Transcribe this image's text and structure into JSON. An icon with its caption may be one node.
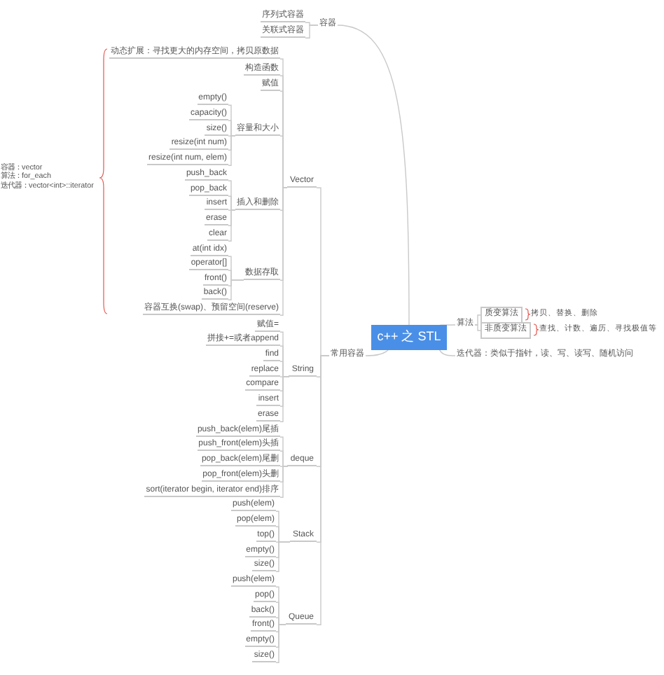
{
  "diagram": {
    "nodes": [
      {
        "text": [
          "c++ 之 STL"
        ]
      },
      {
        "text": [
          "容器"
        ]
      },
      {
        "text": [
          "序列式容器"
        ]
      },
      {
        "text": [
          "关联式容器"
        ]
      },
      {
        "text": [
          "常用容器"
        ]
      },
      {
        "text": [
          "Vector"
        ]
      },
      {
        "text": [
          "动态扩展：寻找更大的内存空间，拷贝原数据"
        ]
      },
      {
        "text": [
          "构造函数"
        ]
      },
      {
        "text": [
          "赋值"
        ]
      },
      {
        "text": [
          "容量和大小"
        ]
      },
      {
        "text": [
          "empty()"
        ]
      },
      {
        "text": [
          "capacity()"
        ]
      },
      {
        "text": [
          "size()"
        ]
      },
      {
        "text": [
          "resize(int num)"
        ]
      },
      {
        "text": [
          "resize(int num, elem)"
        ]
      },
      {
        "text": [
          "插入和删除"
        ]
      },
      {
        "text": [
          "push_back"
        ]
      },
      {
        "text": [
          "pop_back"
        ]
      },
      {
        "text": [
          "insert"
        ]
      },
      {
        "text": [
          "erase"
        ]
      },
      {
        "text": [
          "clear"
        ]
      },
      {
        "text": [
          "数据存取"
        ]
      },
      {
        "text": [
          "at(int idx)"
        ]
      },
      {
        "text": [
          "operator[]"
        ]
      },
      {
        "text": [
          "front()"
        ]
      },
      {
        "text": [
          "back()"
        ]
      },
      {
        "text": [
          "容器互换(swap)、预留空间(reserve)"
        ]
      },
      {
        "text": [
          "String"
        ]
      },
      {
        "text": [
          "赋值="
        ]
      },
      {
        "text": [
          "拼接+=或者append"
        ]
      },
      {
        "text": [
          "find"
        ]
      },
      {
        "text": [
          "replace"
        ]
      },
      {
        "text": [
          "compare"
        ]
      },
      {
        "text": [
          "insert"
        ]
      },
      {
        "text": [
          "erase"
        ]
      },
      {
        "text": [
          "deque"
        ]
      },
      {
        "text": [
          "push_back(elem)尾插"
        ]
      },
      {
        "text": [
          "push_front(elem)头插"
        ]
      },
      {
        "text": [
          "pop_back(elem)尾删"
        ]
      },
      {
        "text": [
          "pop_front(elem)头删"
        ]
      },
      {
        "text": [
          "sort(iterator begin, iterator end)排序"
        ]
      },
      {
        "text": [
          "Stack"
        ]
      },
      {
        "text": [
          "push(elem)"
        ]
      },
      {
        "text": [
          "pop(elem)"
        ]
      },
      {
        "text": [
          "top()"
        ]
      },
      {
        "text": [
          "empty()"
        ]
      },
      {
        "text": [
          "size()"
        ]
      },
      {
        "text": [
          "Queue"
        ]
      },
      {
        "text": [
          "push(elem)"
        ]
      },
      {
        "text": [
          "pop()"
        ]
      },
      {
        "text": [
          "back()"
        ]
      },
      {
        "text": [
          "front()"
        ]
      },
      {
        "text": [
          "empty()"
        ]
      },
      {
        "text": [
          "size()"
        ]
      },
      {
        "text": [
          "算法"
        ]
      },
      {
        "text": [
          "质变算法"
        ],
        "beside": [
          "拷贝、替换、删除"
        ]
      },
      {
        "text": [
          "非质变算法"
        ],
        "beside": [
          "查找、计数、遍历、寻找极值等"
        ]
      },
      {
        "text": [
          "迭代器：类似于指针，读、写、读写、随机访问"
        ]
      }
    ],
    "edges": [
      {
        "from": 0,
        "to": 1,
        "arrow": "none"
      },
      {
        "from": 1,
        "to": 2,
        "arrow": "none"
      },
      {
        "from": 1,
        "to": 3,
        "arrow": "none"
      },
      {
        "from": 0,
        "to": 4,
        "arrow": "none"
      },
      {
        "from": 4,
        "to": 5,
        "arrow": "none"
      },
      {
        "from": 5,
        "to": 6,
        "arrow": "none"
      },
      {
        "from": 5,
        "to": 7,
        "arrow": "none"
      },
      {
        "from": 5,
        "to": 8,
        "arrow": "none"
      },
      {
        "from": 5,
        "to": 9,
        "arrow": "none"
      },
      {
        "from": 9,
        "to": 10,
        "arrow": "none"
      },
      {
        "from": 9,
        "to": 11,
        "arrow": "none"
      },
      {
        "from": 9,
        "to": 12,
        "arrow": "none"
      },
      {
        "from": 9,
        "to": 13,
        "arrow": "none"
      },
      {
        "from": 9,
        "to": 14,
        "arrow": "none"
      },
      {
        "from": 5,
        "to": 15,
        "arrow": "none"
      },
      {
        "from": 15,
        "to": 16,
        "arrow": "none"
      },
      {
        "from": 15,
        "to": 17,
        "arrow": "none"
      },
      {
        "from": 15,
        "to": 18,
        "arrow": "none"
      },
      {
        "from": 15,
        "to": 19,
        "arrow": "none"
      },
      {
        "from": 15,
        "to": 20,
        "arrow": "none"
      },
      {
        "from": 5,
        "to": 21,
        "arrow": "none"
      },
      {
        "from": 21,
        "to": 22,
        "arrow": "none"
      },
      {
        "from": 21,
        "to": 23,
        "arrow": "none"
      },
      {
        "from": 21,
        "to": 24,
        "arrow": "none"
      },
      {
        "from": 21,
        "to": 25,
        "arrow": "none"
      },
      {
        "from": 5,
        "to": 26,
        "arrow": "none"
      },
      {
        "from": 4,
        "to": 27,
        "arrow": "none"
      },
      {
        "from": 27,
        "to": 28,
        "arrow": "none"
      },
      {
        "from": 27,
        "to": 29,
        "arrow": "none"
      },
      {
        "from": 27,
        "to": 30,
        "arrow": "none"
      },
      {
        "from": 27,
        "to": 31,
        "arrow": "none"
      },
      {
        "from": 27,
        "to": 32,
        "arrow": "none"
      },
      {
        "from": 27,
        "to": 33,
        "arrow": "none"
      },
      {
        "from": 27,
        "to": 34,
        "arrow": "none"
      },
      {
        "from": 4,
        "to": 35,
        "arrow": "none"
      },
      {
        "from": 35,
        "to": 36,
        "arrow": "none"
      },
      {
        "from": 35,
        "to": 37,
        "arrow": "none"
      },
      {
        "from": 35,
        "to": 38,
        "arrow": "none"
      },
      {
        "from": 35,
        "to": 39,
        "arrow": "none"
      },
      {
        "from": 35,
        "to": 40,
        "arrow": "none"
      },
      {
        "from": 4,
        "to": 41,
        "arrow": "none"
      },
      {
        "from": 41,
        "to": 42,
        "arrow": "none"
      },
      {
        "from": 41,
        "to": 43,
        "arrow": "none"
      },
      {
        "from": 41,
        "to": 44,
        "arrow": "none"
      },
      {
        "from": 41,
        "to": 45,
        "arrow": "none"
      },
      {
        "from": 41,
        "to": 46,
        "arrow": "none"
      },
      {
        "from": 4,
        "to": 47,
        "arrow": "none"
      },
      {
        "from": 47,
        "to": 48,
        "arrow": "none"
      },
      {
        "from": 47,
        "to": 49,
        "arrow": "none"
      },
      {
        "from": 47,
        "to": 50,
        "arrow": "none"
      },
      {
        "from": 47,
        "to": 51,
        "arrow": "none"
      },
      {
        "from": 47,
        "to": 52,
        "arrow": "none"
      },
      {
        "from": 47,
        "to": 53,
        "arrow": "none"
      },
      {
        "from": 0,
        "to": 54,
        "arrow": "none"
      },
      {
        "from": 54,
        "to": 55,
        "arrow": "none"
      },
      {
        "from": 54,
        "to": 56,
        "arrow": "none"
      },
      {
        "from": 0,
        "to": 57,
        "arrow": "none"
      }
    ],
    "labels": [
      "容器：vector",
      "算法：for_each",
      "迭代器：vector<int>::iterator"
    ]
  }
}
